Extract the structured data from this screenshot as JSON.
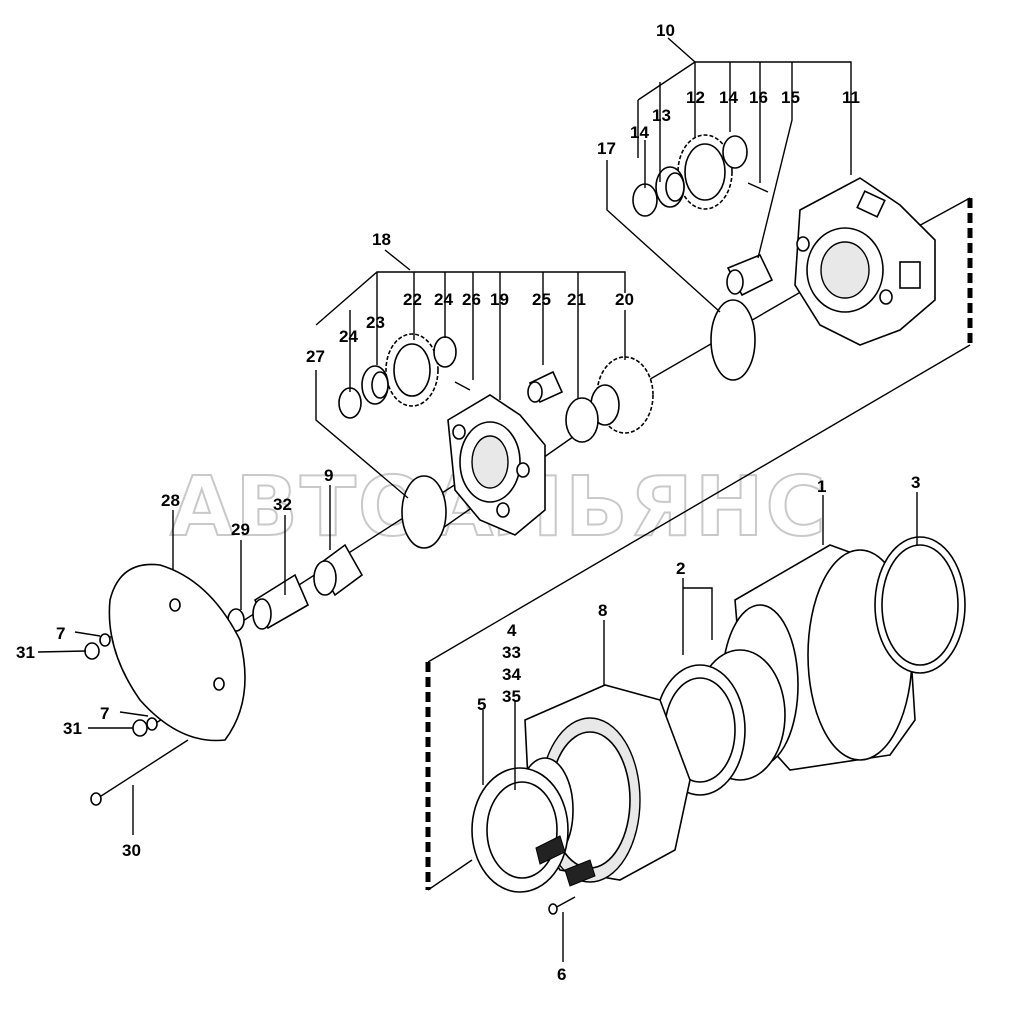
{
  "watermark": "АВТОАЛЬЯНС",
  "callouts": {
    "c1": "1",
    "c2": "2",
    "c3": "3",
    "c4": "4",
    "c5": "5",
    "c6": "6",
    "c7a": "7",
    "c7b": "7",
    "c8": "8",
    "c9": "9",
    "c10": "10",
    "c11": "11",
    "c12": "12",
    "c13": "13",
    "c14a": "14",
    "c14b": "14",
    "c15": "15",
    "c16": "16",
    "c17": "17",
    "c18": "18",
    "c19": "19",
    "c20": "20",
    "c21": "21",
    "c22": "22",
    "c23": "23",
    "c24a": "24",
    "c24b": "24",
    "c25": "25",
    "c26": "26",
    "c27": "27",
    "c28": "28",
    "c29": "29",
    "c30": "30",
    "c31a": "31",
    "c31b": "31",
    "c32": "32",
    "c33": "33",
    "c34": "34",
    "c35": "35"
  }
}
